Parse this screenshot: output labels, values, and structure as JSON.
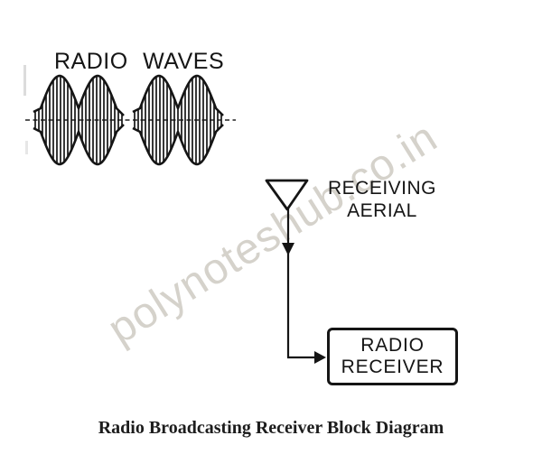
{
  "title_label": {
    "text": "RADIO WAVES"
  },
  "aerial": {
    "line1": "RECEIVING",
    "line2": "AERIAL"
  },
  "receiver_box": {
    "line1": "RADIO",
    "line2": "RECEIVER"
  },
  "caption": {
    "text": "Radio Broadcasting Receiver Block Diagram"
  },
  "watermark": {
    "text": "polynoteshub.co.in",
    "color": "#d5d2cb"
  },
  "colors": {
    "ink": "#151515",
    "background": "#ffffff"
  }
}
